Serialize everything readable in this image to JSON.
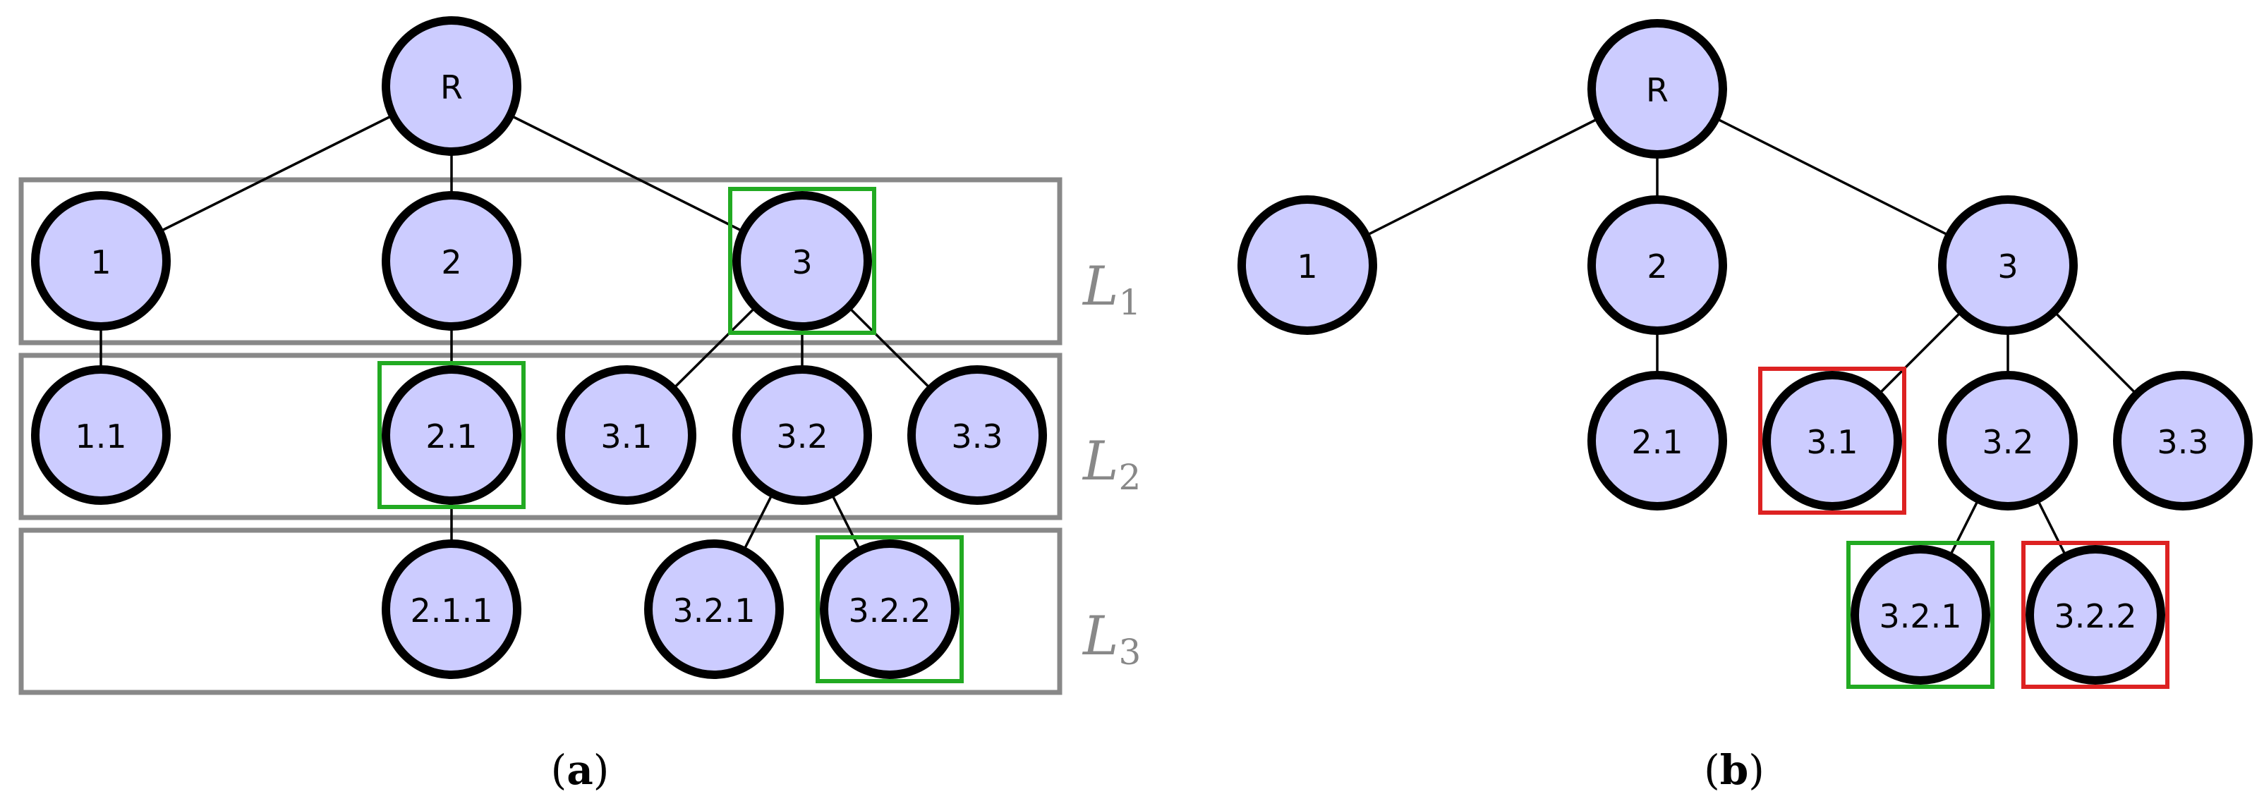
{
  "colors": {
    "node_fill": "#ccccff",
    "node_stroke": "#000000",
    "level_box": "#888888",
    "highlight_green": "#22aa22",
    "highlight_red": "#dd2222"
  },
  "panel_a": {
    "caption": "(a)",
    "caption_letter": "a",
    "levels": [
      {
        "id": "L1",
        "letter": "L",
        "index": "1"
      },
      {
        "id": "L2",
        "letter": "L",
        "index": "2"
      },
      {
        "id": "L3",
        "letter": "L",
        "index": "3"
      }
    ],
    "nodes": [
      {
        "id": "R",
        "label": "R"
      },
      {
        "id": "1",
        "label": "1"
      },
      {
        "id": "2",
        "label": "2"
      },
      {
        "id": "3",
        "label": "3"
      },
      {
        "id": "1.1",
        "label": "1.1"
      },
      {
        "id": "2.1",
        "label": "2.1"
      },
      {
        "id": "3.1",
        "label": "3.1"
      },
      {
        "id": "3.2",
        "label": "3.2"
      },
      {
        "id": "3.3",
        "label": "3.3"
      },
      {
        "id": "2.1.1",
        "label": "2.1.1"
      },
      {
        "id": "3.2.1",
        "label": "3.2.1"
      },
      {
        "id": "3.2.2",
        "label": "3.2.2"
      }
    ],
    "edges": [
      [
        "R",
        "1"
      ],
      [
        "R",
        "2"
      ],
      [
        "R",
        "3"
      ],
      [
        "1",
        "1.1"
      ],
      [
        "2",
        "2.1"
      ],
      [
        "3",
        "3.1"
      ],
      [
        "3",
        "3.2"
      ],
      [
        "3",
        "3.3"
      ],
      [
        "2.1",
        "2.1.1"
      ],
      [
        "3.2",
        "3.2.1"
      ],
      [
        "3.2",
        "3.2.2"
      ]
    ],
    "highlights": [
      {
        "node": "3",
        "color": "green"
      },
      {
        "node": "2.1",
        "color": "green"
      },
      {
        "node": "3.2.2",
        "color": "green"
      }
    ]
  },
  "panel_b": {
    "caption": "(b)",
    "caption_letter": "b",
    "nodes": [
      {
        "id": "R",
        "label": "R"
      },
      {
        "id": "1",
        "label": "1"
      },
      {
        "id": "2",
        "label": "2"
      },
      {
        "id": "3",
        "label": "3"
      },
      {
        "id": "2.1",
        "label": "2.1"
      },
      {
        "id": "3.1",
        "label": "3.1"
      },
      {
        "id": "3.2",
        "label": "3.2"
      },
      {
        "id": "3.3",
        "label": "3.3"
      },
      {
        "id": "3.2.1",
        "label": "3.2.1"
      },
      {
        "id": "3.2.2",
        "label": "3.2.2"
      }
    ],
    "edges": [
      [
        "R",
        "1"
      ],
      [
        "R",
        "2"
      ],
      [
        "R",
        "3"
      ],
      [
        "2",
        "2.1"
      ],
      [
        "3",
        "3.1"
      ],
      [
        "3",
        "3.2"
      ],
      [
        "3",
        "3.3"
      ],
      [
        "3.2",
        "3.2.1"
      ],
      [
        "3.2",
        "3.2.2"
      ]
    ],
    "highlights": [
      {
        "node": "3.1",
        "color": "red"
      },
      {
        "node": "3.2.1",
        "color": "green"
      },
      {
        "node": "3.2.2",
        "color": "red"
      }
    ]
  }
}
